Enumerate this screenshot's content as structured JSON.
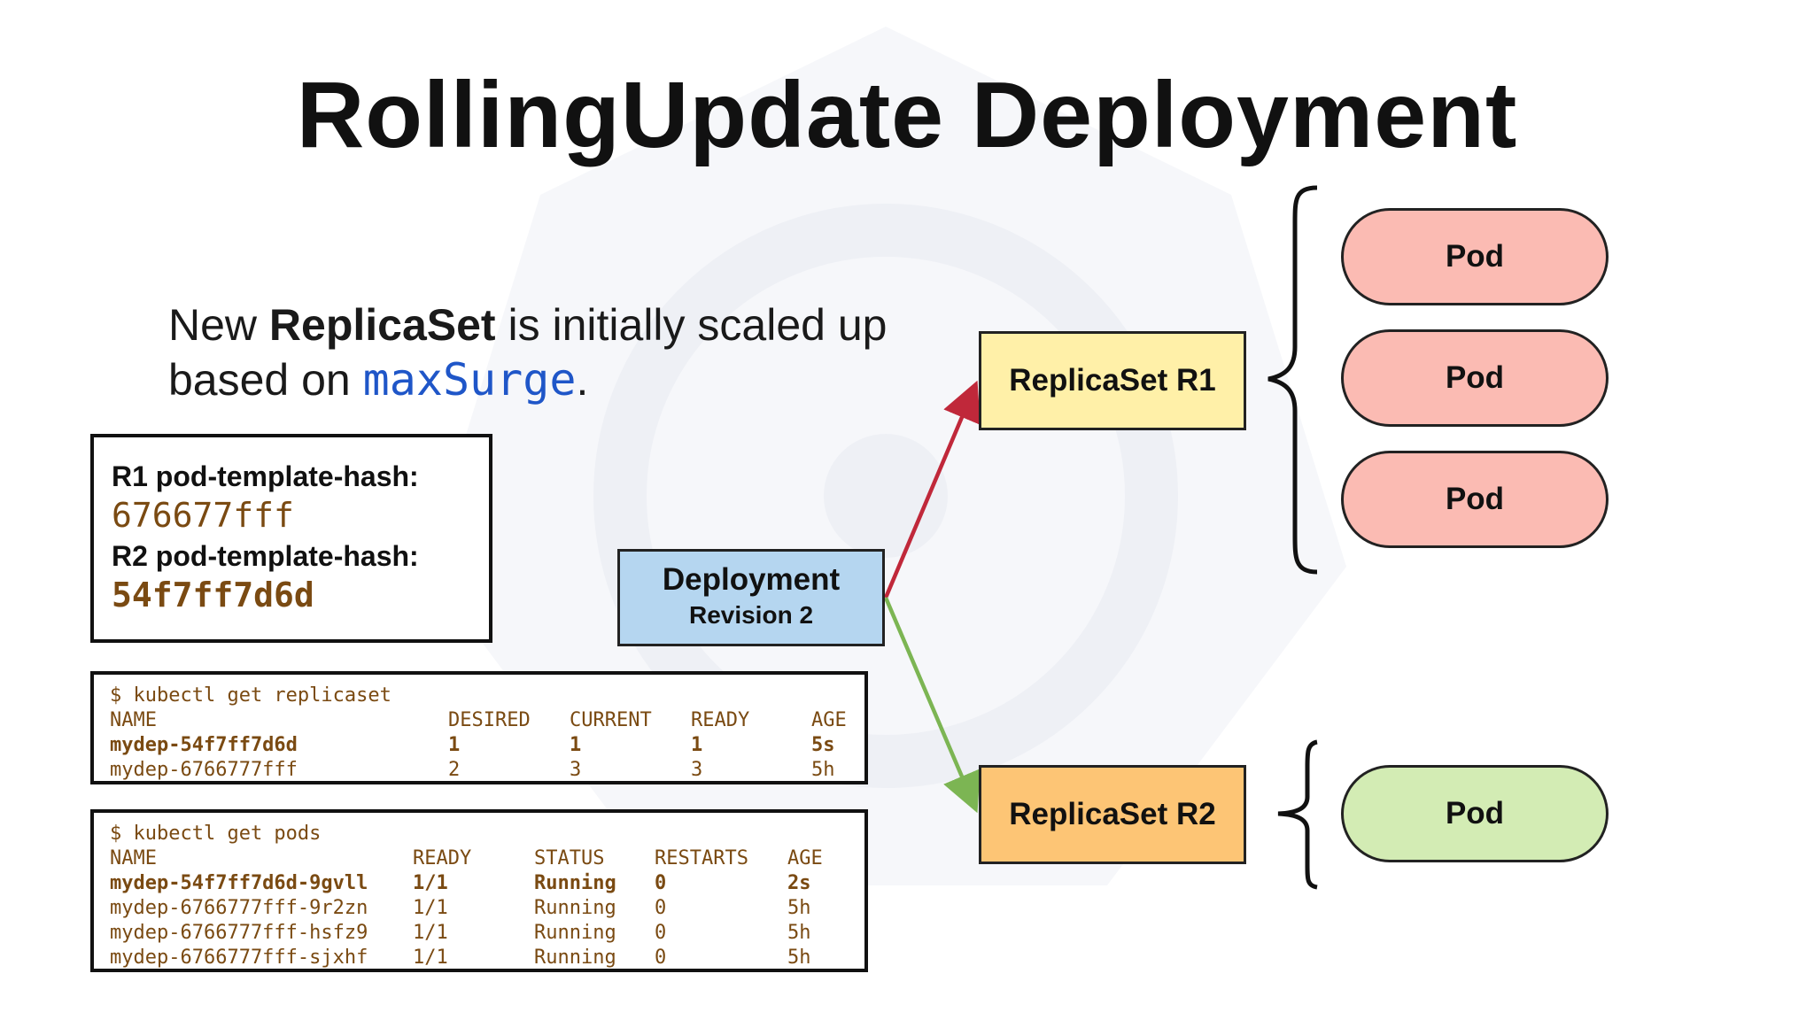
{
  "title": "RollingUpdate Deployment",
  "subtitle": {
    "part1": "New ",
    "bold": "ReplicaSet",
    "part2": " is initially scaled up",
    "part3": "based on ",
    "code": "maxSurge",
    "part4": "."
  },
  "hash_box": {
    "r1_label": "R1 pod-template-hash:",
    "r1_value": "676677fff",
    "r2_label": "R2 pod-template-hash:",
    "r2_value": "54f7ff7d6d"
  },
  "replicaset_terminal": {
    "command": "$ kubectl get replicaset",
    "headers": [
      "NAME",
      "DESIRED",
      "CURRENT",
      "READY",
      "AGE"
    ],
    "rows": [
      [
        "mydep-54f7ff7d6d",
        "1",
        "1",
        "1",
        "5s"
      ],
      [
        "mydep-6766777fff",
        "2",
        "3",
        "3",
        "5h"
      ]
    ]
  },
  "pods_terminal": {
    "command": "$ kubectl get pods",
    "headers": [
      "NAME",
      "READY",
      "STATUS",
      "RESTARTS",
      "AGE"
    ],
    "rows": [
      [
        "mydep-54f7ff7d6d-9gvll",
        "1/1",
        "Running",
        "0",
        "2s"
      ],
      [
        "mydep-6766777fff-9r2zn",
        "1/1",
        "Running",
        "0",
        "5h"
      ],
      [
        "mydep-6766777fff-hsfz9",
        "1/1",
        "Running",
        "0",
        "5h"
      ],
      [
        "mydep-6766777fff-sjxhf",
        "1/1",
        "Running",
        "0",
        "5h"
      ]
    ]
  },
  "deployment": {
    "label": "Deployment",
    "revision": "Revision 2"
  },
  "replicaset_r1": "ReplicaSet R1",
  "replicaset_r2": "ReplicaSet R2",
  "pods_r1": [
    "Pod",
    "Pod",
    "Pod"
  ],
  "pods_r2": [
    "Pod"
  ],
  "colors": {
    "arrow_to_r1": "#c0283a",
    "arrow_to_r2": "#7cb553",
    "replicaset_r1_fill": "#fff0a8",
    "replicaset_r2_fill": "#fdc575",
    "deployment_fill": "#b5d6f0",
    "old_pod_fill": "#fbbbb3",
    "new_pod_fill": "#d3ecb4",
    "hash_text": "#7a4a12",
    "code_text": "#1f56c8"
  }
}
